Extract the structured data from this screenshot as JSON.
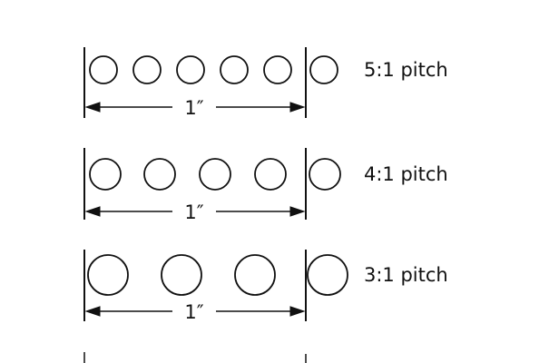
{
  "rows": [
    {
      "label": "5:1 pitch",
      "dimension": "1″",
      "holes": 6
    },
    {
      "label": "4:1 pitch",
      "dimension": "1″",
      "holes": 5
    },
    {
      "label": "3:1 pitch",
      "dimension": "1″",
      "holes": 4
    }
  ],
  "colors": {
    "stroke": "#111111",
    "background": "#ffffff"
  }
}
